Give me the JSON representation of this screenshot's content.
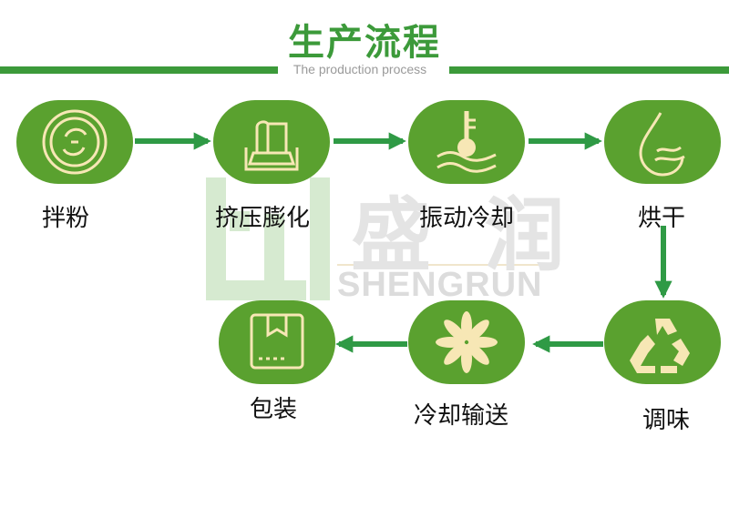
{
  "header": {
    "title": "生产流程",
    "subtitle": "The production process"
  },
  "watermark": {
    "chinese": "盛 润",
    "english": "SHENGRUN"
  },
  "steps": [
    {
      "label": "拌粉",
      "icon": "stir-icon"
    },
    {
      "label": "挤压膨化",
      "icon": "extrusion-icon"
    },
    {
      "label": "振动冷却",
      "icon": "thermometer-waves-icon"
    },
    {
      "label": "烘干",
      "icon": "water-drop-icon"
    },
    {
      "label": "调味",
      "icon": "recycle-icon"
    },
    {
      "label": "冷却输送",
      "icon": "fan-icon"
    },
    {
      "label": "包装",
      "icon": "package-box-icon"
    }
  ],
  "colors": {
    "green": "#5aa12f",
    "title_green": "#3c9a3a",
    "arrow": "#2f9a45",
    "icon_stroke": "#f7e7b5"
  }
}
